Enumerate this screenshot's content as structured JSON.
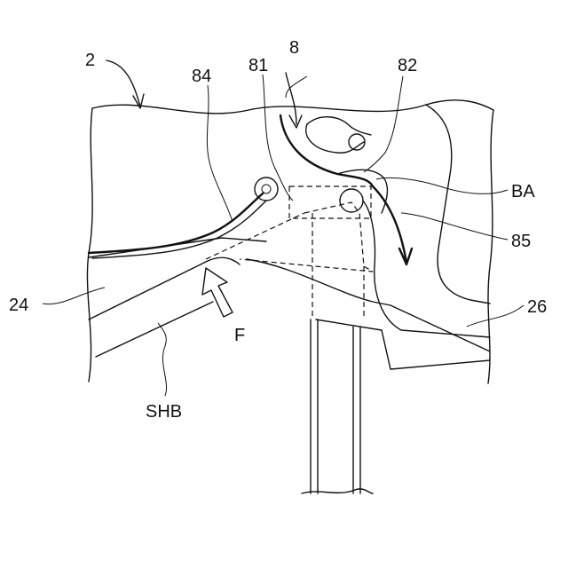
{
  "figure": {
    "labels": {
      "ref_2": "2",
      "ref_8": "8",
      "ref_81": "81",
      "ref_82": "82",
      "ref_84": "84",
      "ref_BA": "BA",
      "ref_85": "85",
      "ref_24": "24",
      "ref_26": "26",
      "ref_SHB": "SHB",
      "ref_F": "F"
    }
  }
}
